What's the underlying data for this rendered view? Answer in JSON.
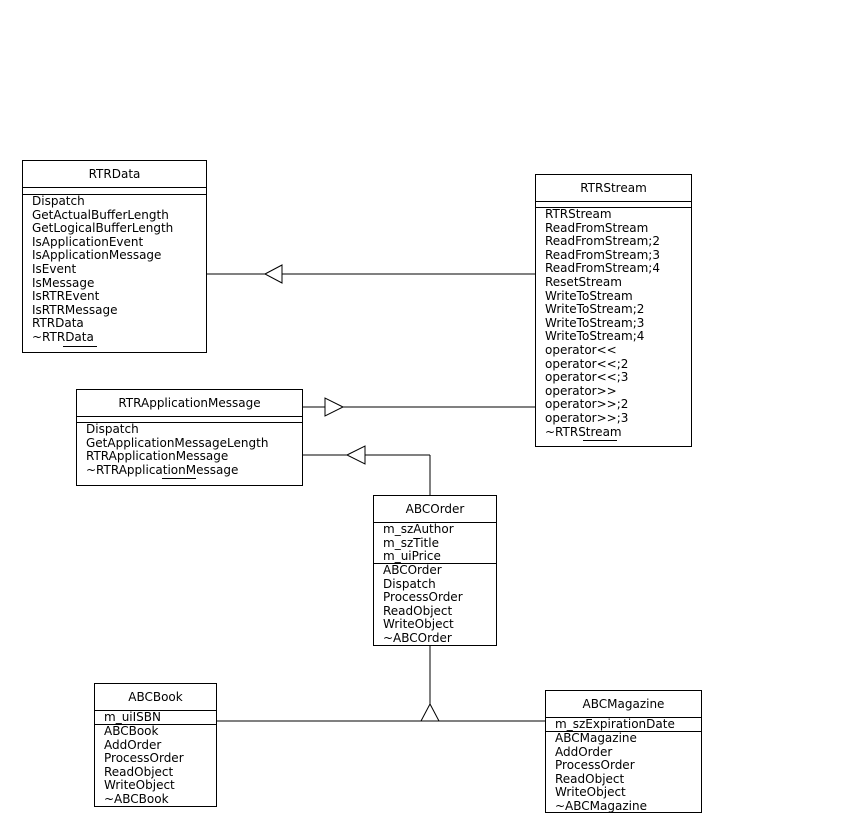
{
  "classes": {
    "rtrdata": {
      "name": "RTRData",
      "attributes": [],
      "operations": [
        "Dispatch",
        "GetActualBufferLength",
        "GetLogicalBufferLength",
        "IsApplicationEvent",
        "IsApplicationMessage",
        "IsEvent",
        "IsMessage",
        "IsRTREvent",
        "IsRTRMessage",
        "RTRData",
        "~RTRData"
      ]
    },
    "rtrstream": {
      "name": "RTRStream",
      "attributes": [],
      "operations": [
        "RTRStream",
        "ReadFromStream",
        "ReadFromStream;2",
        "ReadFromStream;3",
        "ReadFromStream;4",
        "ResetStream",
        "WriteToStream",
        "WriteToStream;2",
        "WriteToStream;3",
        "WriteToStream;4",
        "operator<<",
        "operator<<;2",
        "operator<<;3",
        "operator>>",
        "operator>>;2",
        "operator>>;3",
        "~RTRStream"
      ]
    },
    "rtrapplicationmessage": {
      "name": "RTRApplicationMessage",
      "attributes": [],
      "operations": [
        "Dispatch",
        "GetApplicationMessageLength",
        "RTRApplicationMessage",
        "~RTRApplicationMessage"
      ]
    },
    "abcorder": {
      "name": "ABCOrder",
      "attributes": [
        "m_szAuthor",
        "m_szTitle",
        "m_uiPrice"
      ],
      "operations": [
        "ABCOrder",
        "Dispatch",
        "ProcessOrder",
        "ReadObject",
        "WriteObject",
        "~ABCOrder"
      ]
    },
    "abcbook": {
      "name": "ABCBook",
      "attributes": [
        "m_uiISBN"
      ],
      "operations": [
        "ABCBook",
        "AddOrder",
        "ProcessOrder",
        "ReadObject",
        "WriteObject",
        "~ABCBook"
      ]
    },
    "abcmagazine": {
      "name": "ABCMagazine",
      "attributes": [
        "m_szExpirationDate"
      ],
      "operations": [
        "ABCMagazine",
        "AddOrder",
        "ProcessOrder",
        "ReadObject",
        "WriteObject",
        "~ABCMagazine"
      ]
    }
  },
  "relationships": [
    {
      "type": "generalization",
      "from": "RTRStream",
      "to": "RTRData"
    },
    {
      "type": "generalization",
      "from": "RTRStream",
      "to": "RTRApplicationMessage"
    },
    {
      "type": "generalization",
      "from": "ABCOrder",
      "to": "RTRApplicationMessage"
    },
    {
      "type": "generalization",
      "from": "ABCBook",
      "to": "ABCOrder"
    },
    {
      "type": "generalization",
      "from": "ABCMagazine",
      "to": "ABCOrder"
    }
  ]
}
